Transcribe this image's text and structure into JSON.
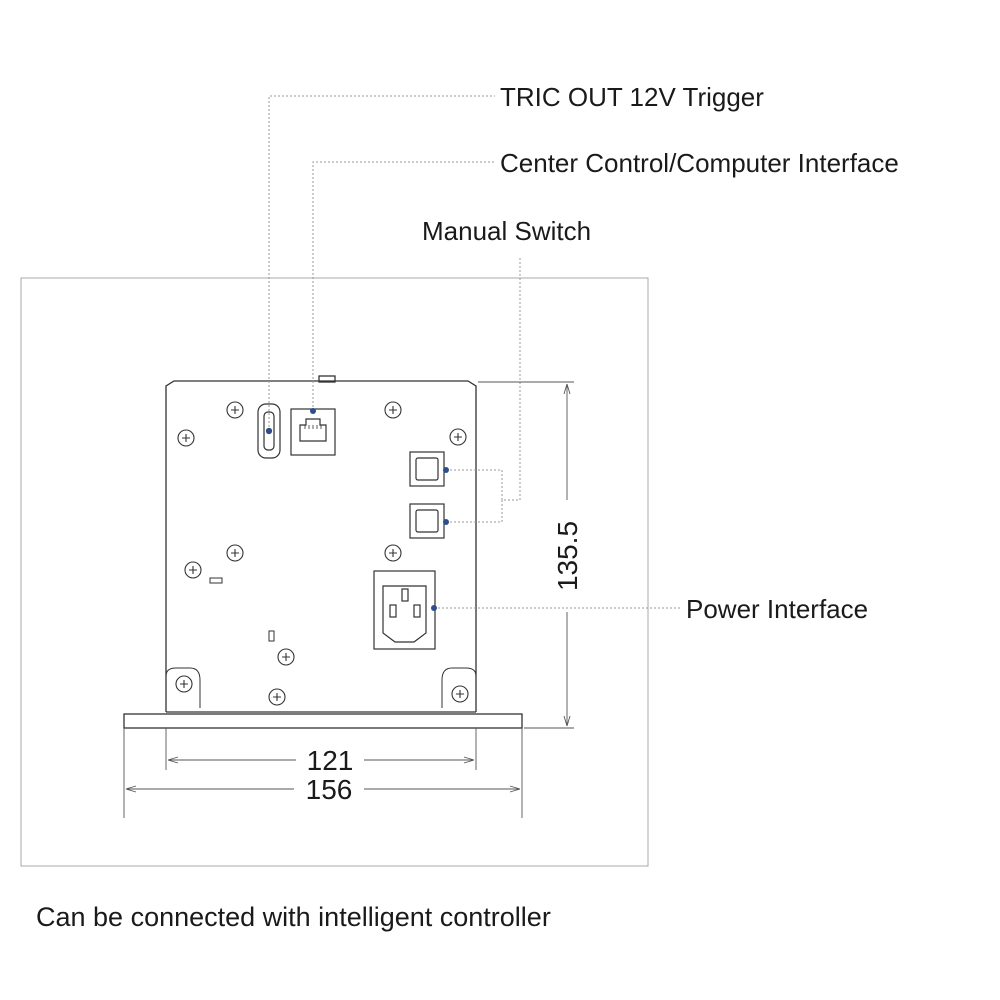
{
  "labels": {
    "tric_out": "TRIC OUT 12V Trigger",
    "center_control": "Center Control/Computer Interface",
    "manual_switch": "Manual Switch",
    "power_interface": "Power Interface"
  },
  "dimensions": {
    "inner_width": "121",
    "outer_width": "156",
    "height": "135.5"
  },
  "caption": "Can be connected with intelligent controller",
  "colors": {
    "line": "#333333",
    "leader": "#9a9a9a",
    "dot": "#2c4f8c",
    "frame": "#aaaaaa"
  }
}
